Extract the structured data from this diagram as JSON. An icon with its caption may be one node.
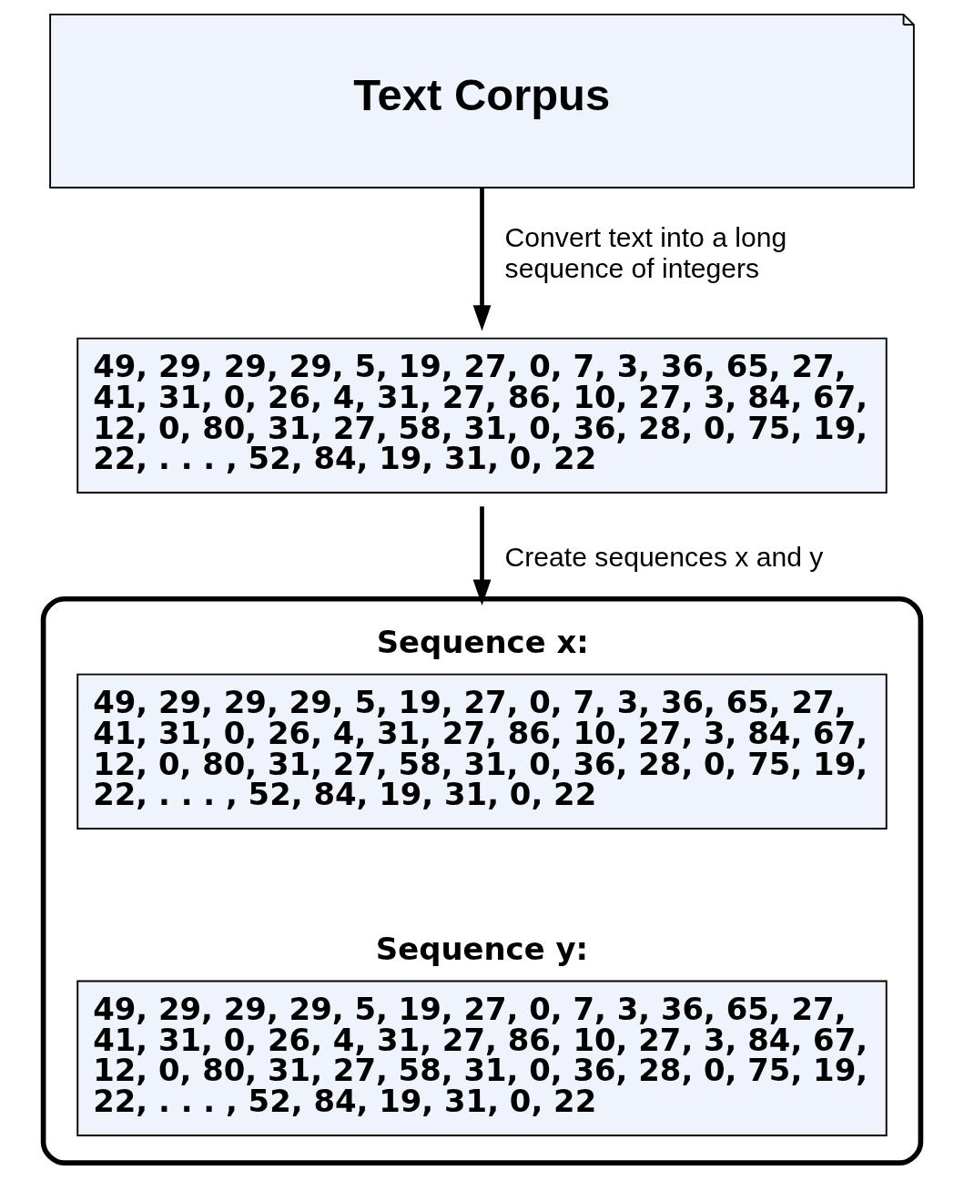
{
  "diagram": {
    "nodes": [
      {
        "text": [
          "Text Corpus"
        ]
      },
      {
        "text": [
          "49, 29, 29, 29, 5, 19, 27, 0, 7, 3, 36, 65, 27, 41, 31, 0, 26, 4, 31, 27, 86, 10, 27, 3, 84, 67, 12, 0, 80, 31, 27, 58, 31, 0, 36, 28, 0, 75, 19, 22, . . . , 52, 84, 19, 31, 0, 22"
        ]
      },
      {
        "text": [],
        "shape": "box"
      },
      {
        "text": [
          "Sequence x:",
          "49, 29, 29, 29, 5, 19, 27, 0, 7, 3, 36, 65, 27, 41, 31, 0, 26, 4, 31, 27, 86, 10, 27, 3, 84, 67, 12, 0, 80, 31, 27, 58, 31, 0, 36, 28, 0, 75, 19, 22, . . . , 52, 84, 19, 31, 0, 22"
        ],
        "in": 2
      },
      {
        "text": [
          "Sequence y:",
          "49, 29, 29, 29, 5, 19, 27, 0, 7, 3, 36, 65, 27, 41, 31, 0, 26, 4, 31, 27, 86, 10, 27, 3, 84, 67, 12, 0, 80, 31, 27, 58, 31, 0, 36, 28, 0, 75, 19, 22, . . . , 52, 84, 19, 31, 0, 22"
        ],
        "in": 2
      }
    ],
    "edges": [
      {
        "from": 0,
        "to": 1,
        "arrow": "to",
        "label": "Convert text into a long sequence of integers"
      },
      {
        "from": 1,
        "to": 2,
        "arrow": "to",
        "label": "Create sequences x and y"
      }
    ]
  }
}
